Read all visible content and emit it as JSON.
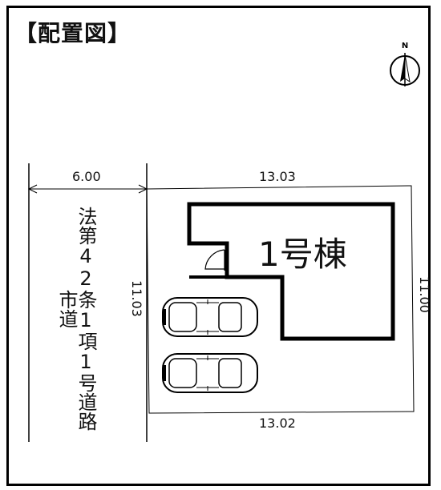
{
  "title": "【配置図】",
  "compass": {
    "label": "N"
  },
  "road": {
    "width": "6.00",
    "label_line1": "法第42条1項1号道路",
    "label_line2": "市道"
  },
  "site": {
    "top": "13.03",
    "bottom": "13.02",
    "left": "11.03",
    "right": "11.00"
  },
  "building": {
    "label": "1号棟"
  }
}
